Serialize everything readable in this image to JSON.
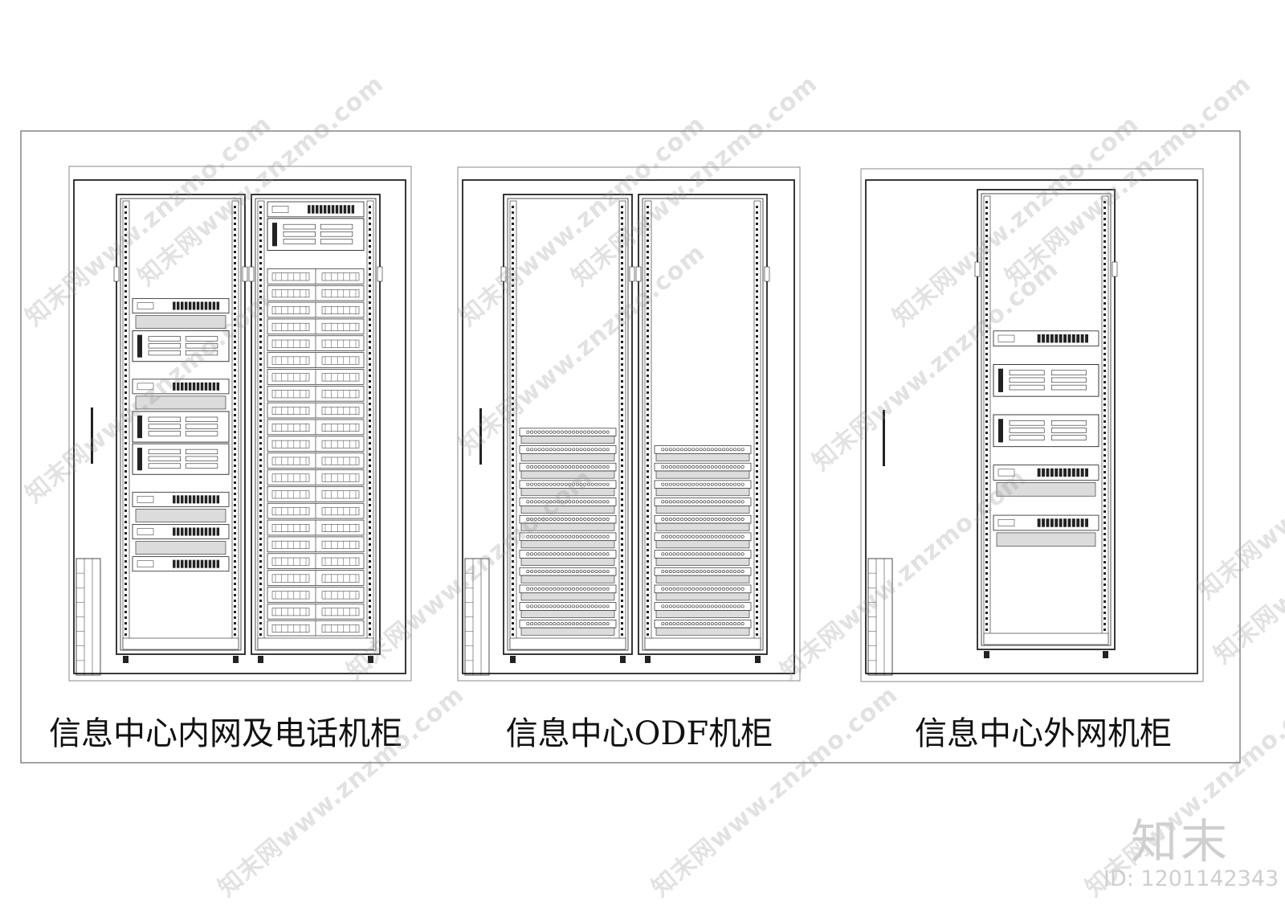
{
  "panels": [
    {
      "id": "internal-phone",
      "caption": "信息中心内网及电话机柜",
      "cabinets": [
        {
          "units": [
            {
              "type": "blank",
              "u": 6
            },
            {
              "type": "switch",
              "u": 1
            },
            {
              "type": "label",
              "u": 1
            },
            {
              "type": "chassis",
              "u": 2
            },
            {
              "type": "blank",
              "u": 1
            },
            {
              "type": "switch",
              "u": 1
            },
            {
              "type": "label",
              "u": 1
            },
            {
              "type": "chassis",
              "u": 2
            },
            {
              "type": "chassis",
              "u": 2
            },
            {
              "type": "blank",
              "u": 1
            },
            {
              "type": "switch",
              "u": 1
            },
            {
              "type": "label",
              "u": 1
            },
            {
              "type": "switch",
              "u": 1
            },
            {
              "type": "label",
              "u": 1
            },
            {
              "type": "switch",
              "u": 1
            },
            {
              "type": "blank",
              "u": 4
            }
          ]
        },
        {
          "units": [
            {
              "type": "switch",
              "u": 1
            },
            {
              "type": "chassis",
              "u": 2
            },
            {
              "type": "blank",
              "u": 1
            },
            {
              "type": "patchrow",
              "u": 22
            }
          ]
        }
      ]
    },
    {
      "id": "odf",
      "caption": "信息中心ODF机柜",
      "cabinets": [
        {
          "units": [
            {
              "type": "blank",
              "u": 13
            },
            {
              "type": "odfrow",
              "u": 12
            }
          ]
        },
        {
          "units": [
            {
              "type": "blank",
              "u": 14
            },
            {
              "type": "odfrow",
              "u": 11
            }
          ]
        }
      ]
    },
    {
      "id": "external",
      "caption": "信息中心外网机柜",
      "cabinets": [
        {
          "units": [
            {
              "type": "blank",
              "u": 8
            },
            {
              "type": "switch",
              "u": 1
            },
            {
              "type": "blank",
              "u": 1
            },
            {
              "type": "chassis",
              "u": 2
            },
            {
              "type": "blank",
              "u": 1
            },
            {
              "type": "chassis",
              "u": 2
            },
            {
              "type": "blank",
              "u": 1
            },
            {
              "type": "switch",
              "u": 1
            },
            {
              "type": "label",
              "u": 1
            },
            {
              "type": "blank",
              "u": 1
            },
            {
              "type": "switch",
              "u": 1
            },
            {
              "type": "label",
              "u": 1
            },
            {
              "type": "blank",
              "u": 5
            }
          ]
        }
      ]
    }
  ],
  "watermark": "知末网www.znzmo.com",
  "logo": "知末",
  "id_label": "ID: 1201142343",
  "colors": {
    "line": "#222222",
    "panel_fill": "#dcdcdc",
    "watermark": "#9a9a9a",
    "logo": "#cfcfcf"
  }
}
